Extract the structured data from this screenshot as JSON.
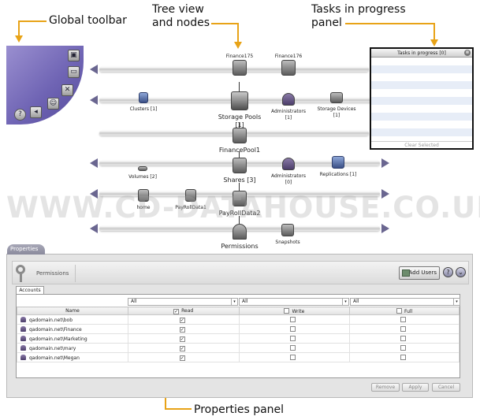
{
  "callouts": {
    "global_toolbar": "Global toolbar",
    "tree_view_1": "Tree view",
    "tree_view_2": "and nodes",
    "tasks_panel_1": "Tasks in progress",
    "tasks_panel_2": "panel",
    "properties_panel": "Properties panel"
  },
  "accent_color": "#e8a317",
  "toolbar": {
    "icons": [
      "monitor-icon",
      "display-icon",
      "tools-icon",
      "users-icon",
      "back-icon",
      "help-icon"
    ],
    "help_glyph": "?"
  },
  "tree": {
    "nodes": {
      "finance175": "Finance175",
      "finance176": "Finance176",
      "clusters": "Clusters [1]",
      "storage_pools": "Storage Pools",
      "storage_pools_count": "[1]",
      "administrators_1": "Administrators",
      "administrators_1_count": "[1]",
      "storage_devices": "Storage Devices",
      "storage_devices_count": "[1]",
      "financepool1": "FinancePool1",
      "volumes": "Volumes [2]",
      "shares": "Shares [3]",
      "administrators_2": "Administrators",
      "administrators_2_count": "[0]",
      "replications": "Replications [1]",
      "home": "home",
      "payrolldata1": "PayRollData1",
      "payrolldata2": "PayRollData2",
      "permissions": "Permissions",
      "snapshots": "Snapshots"
    }
  },
  "tasks_panel": {
    "title": "Tasks in progress [0]",
    "close_glyph": "⊗",
    "footer": "Clear Selected"
  },
  "watermark": "WWW.CD-DATAHOUSE.CO.UK",
  "properties": {
    "tab_label": "Properties",
    "title": "Permissions",
    "add_users_label": "Add Users",
    "help_glyph": "?",
    "collapse_glyph": "⌄",
    "subtab": "Accounts",
    "filters": [
      "All",
      "All",
      "All"
    ],
    "filter_arrow": "▾",
    "columns": [
      "Name",
      "Read",
      "Write",
      "Full"
    ],
    "check_glyph": "✓",
    "rows": [
      {
        "name": "qadomain.net\\bob",
        "read": true,
        "write": false,
        "full": false
      },
      {
        "name": "qadomain.net\\Finance",
        "read": true,
        "write": false,
        "full": false
      },
      {
        "name": "qadomain.net\\Marketing",
        "read": true,
        "write": false,
        "full": false
      },
      {
        "name": "qadomain.net\\mary",
        "read": true,
        "write": false,
        "full": false
      },
      {
        "name": "qadomain.net\\Megan",
        "read": true,
        "write": false,
        "full": false
      }
    ],
    "buttons": {
      "remove": "Remove",
      "apply": "Apply",
      "cancel": "Cancel"
    }
  }
}
